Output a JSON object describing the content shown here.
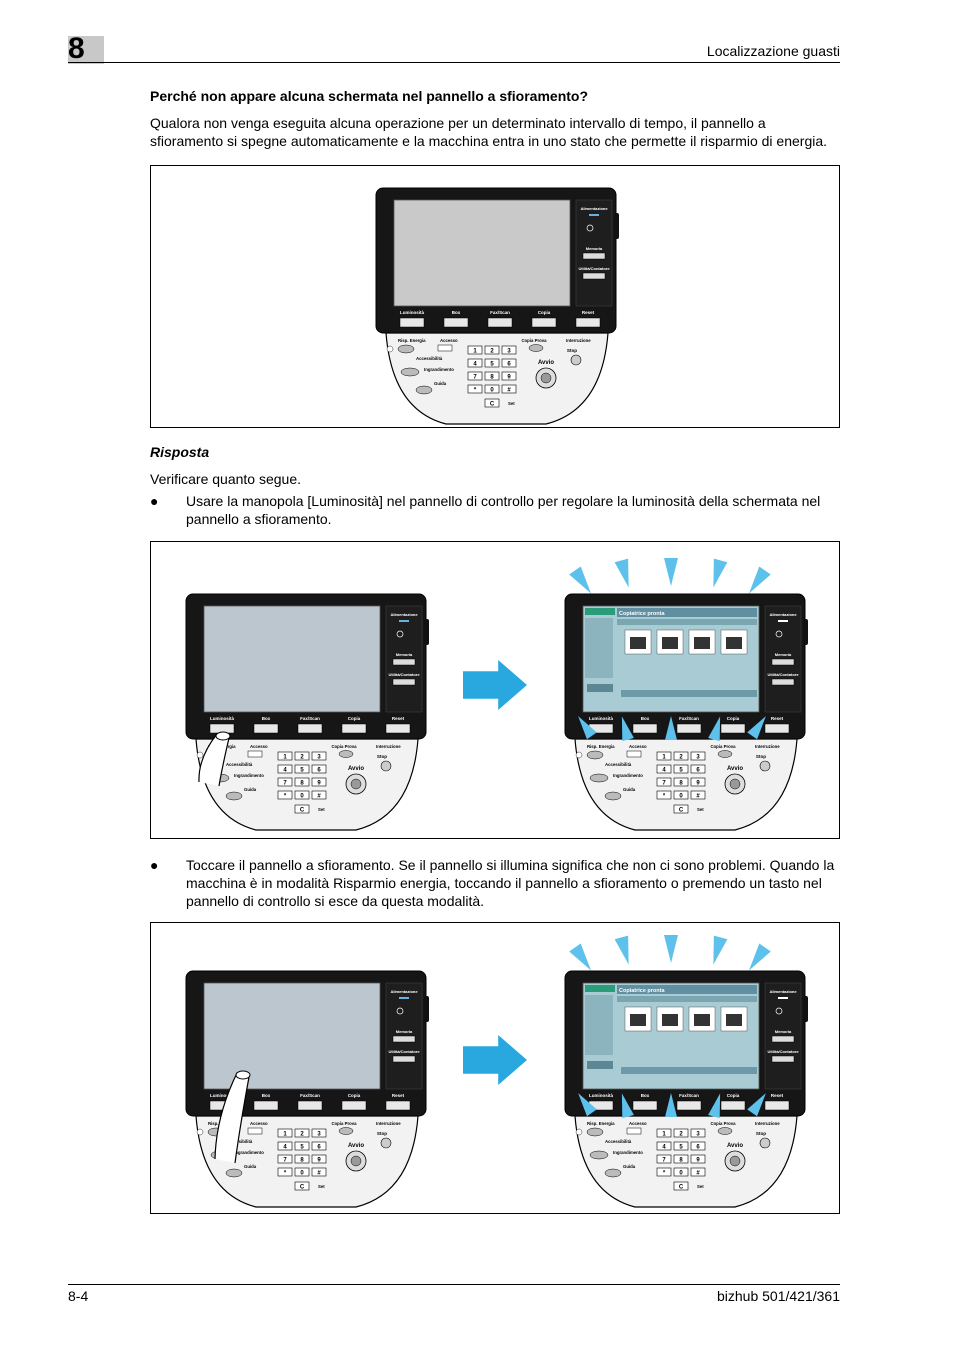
{
  "header": {
    "chapter_number": "8",
    "section_title": "Localizzazione guasti"
  },
  "question": {
    "heading": "Perché non appare alcuna schermata nel pannello a sfioramento?",
    "intro": "Qualora non venga eseguita alcuna operazione per un determinato intervallo di tempo, il pannello a sfioramento si spegne automaticamente e la macchina entra in uno stato che permette il risparmio di energia."
  },
  "answer": {
    "label": "Risposta",
    "check_text": "Verificare quanto segue.",
    "bullet_symbol": "●",
    "bullets": [
      "Usare la manopola [Luminosità] nel pannello di controllo per regolare la luminosità della schermata nel pannello a sfioramento.",
      "Toccare il pannello a sfioramento. Se il pannello si illumina significa che non ci sono problemi. Quando la macchina è in modalità Risparmio energia, toccando il pannello a sfioramento o premendo un tasto nel pannello di controllo si esce da questa modalità."
    ]
  },
  "panel_labels": {
    "alimentazione": "Alimentazione",
    "memoria": "Memoria",
    "utilita": "Utilità/Contatore",
    "luminosita": "Luminosità",
    "box": "Box",
    "fax_scan": "Fax/Scan",
    "copia": "Copia",
    "reset": "Reset",
    "risp_energia": "Risp. Energia",
    "accesso": "Accesso",
    "interruzione": "Interruzione",
    "copia_prova": "Copia Prova",
    "accessibilita": "Accessibilità",
    "ingrandimento": "Ingrandimento",
    "stop": "Stop",
    "avvio": "Avvio",
    "guida": "Guida",
    "canc": "C",
    "set": "Set",
    "keys": [
      "1",
      "2",
      "3",
      "4",
      "5",
      "6",
      "7",
      "8",
      "9",
      "*",
      "0",
      "#"
    ],
    "screen_title": "Copiatrice pronta"
  },
  "footer": {
    "page_number": "8-4",
    "product": "bizhub 501/421/361"
  },
  "colors": {
    "arrow": "#29a8e0",
    "rays": "#5ec1ec",
    "lit_screen": "#a9cbd3",
    "dark_screen": "#c9c9c9",
    "gray_screen": "#bcc6cf"
  }
}
